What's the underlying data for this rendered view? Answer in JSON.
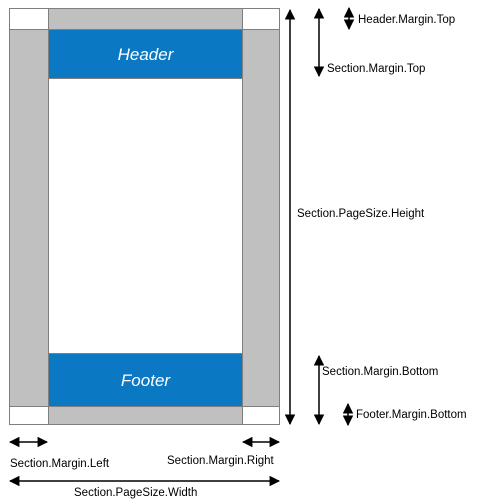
{
  "colors": {
    "margin_gray": "#c0c0c0",
    "band_blue": "#0a78c2",
    "page_white": "#ffffff",
    "border": "#7f7f7f",
    "arrow": "#000000"
  },
  "bands": {
    "header": "Header",
    "footer": "Footer"
  },
  "labels": {
    "header_margin_top": "Header.Margin.Top",
    "section_margin_top": "Section.Margin.Top",
    "page_height": "Section.PageSize.Height",
    "section_margin_bottom": "Section.Margin.Bottom",
    "footer_margin_bottom": "Footer.Margin.Bottom",
    "section_margin_left": "Section.Margin.Left",
    "section_margin_right": "Section.Margin.Right",
    "page_width": "Section.PageSize.Width"
  }
}
